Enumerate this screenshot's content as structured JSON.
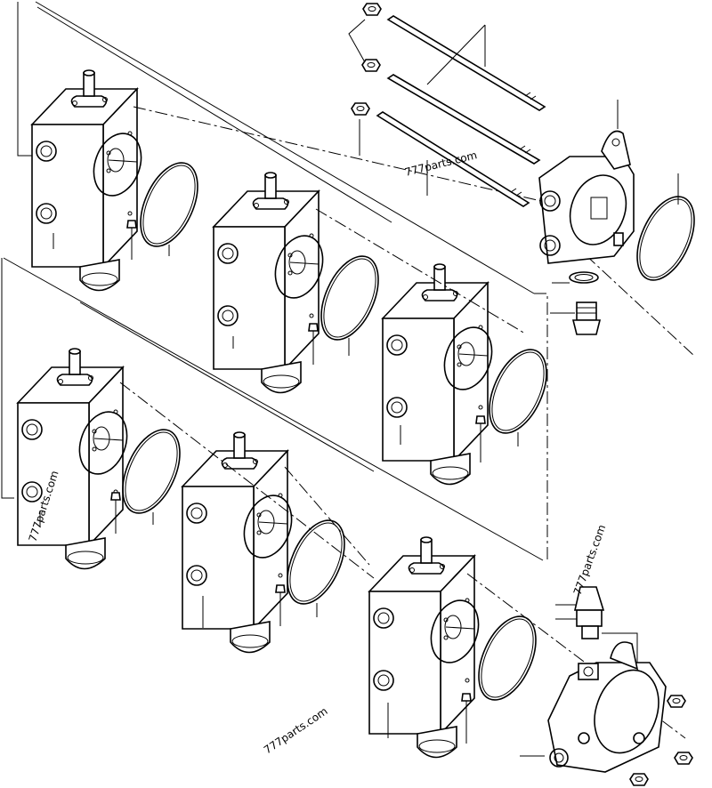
{
  "watermarks": {
    "top": "777parts.com",
    "left": "777parts.com",
    "right": "777parts.com",
    "bottom": "777parts.com"
  }
}
